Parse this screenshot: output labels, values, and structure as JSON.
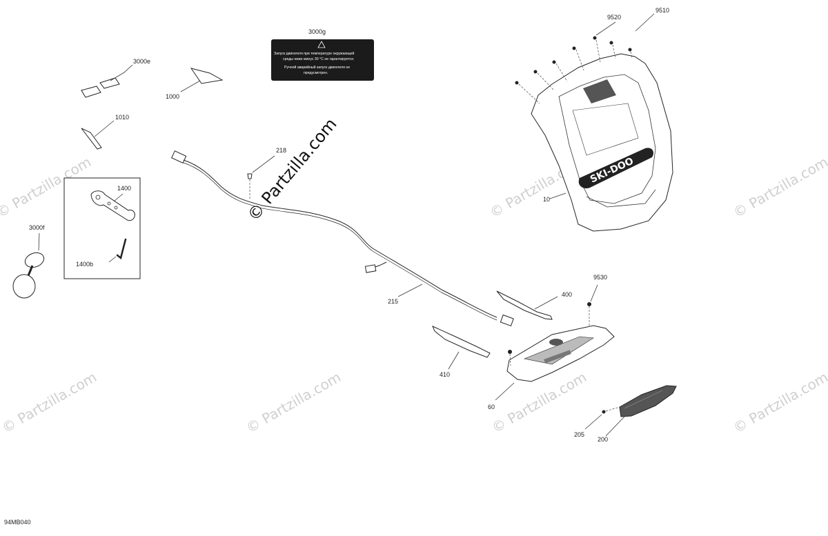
{
  "diagram_code": "94MB040",
  "watermark": "© Partzilla.com",
  "decal_3000g": {
    "line1": "Запуск двигателя при температуре окружающей",
    "line2": "среды ниже минус 30 °С не гарантируется.",
    "line3": "Ручной аварийный запуск двигателя не",
    "line4": "предусмотрен."
  },
  "parts": {
    "p3000g": "3000g",
    "p3000e": "3000e",
    "p1000": "1000",
    "p1010": "1010",
    "p1400": "1400",
    "p1400b": "1400b",
    "p3000f": "3000f",
    "p218": "218",
    "p215": "215",
    "p9520": "9520",
    "p9510": "9510",
    "p10": "10",
    "p9530": "9530",
    "p400": "400",
    "p410": "410",
    "p60": "60",
    "p205": "205",
    "p200": "200"
  },
  "brand_logo": "SKI-DOO"
}
